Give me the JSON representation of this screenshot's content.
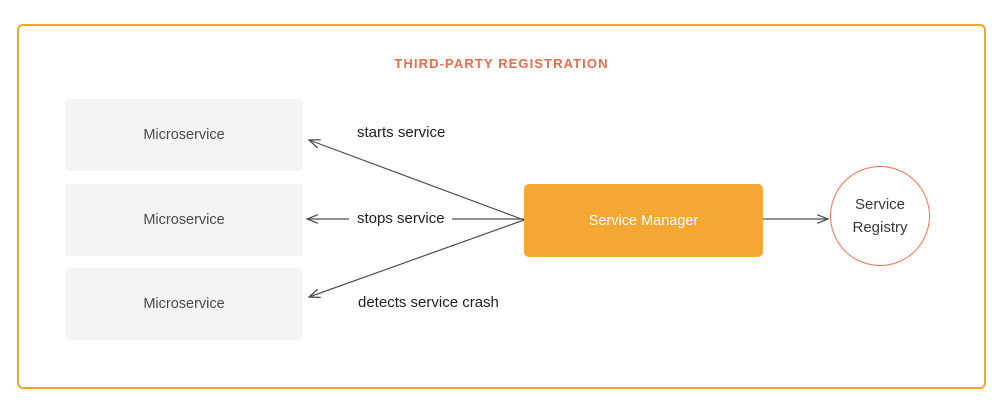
{
  "diagram": {
    "title": "THIRD-PARTY REGISTRATION",
    "nodes": {
      "microservice_1": {
        "label": "Microservice"
      },
      "microservice_2": {
        "label": "Microservice"
      },
      "microservice_3": {
        "label": "Microservice"
      },
      "service_manager": {
        "label": "Service Manager"
      },
      "service_registry": {
        "label": "Service Registry"
      }
    },
    "edges": [
      {
        "from": "service_manager",
        "to": "microservice_1",
        "label": "starts service"
      },
      {
        "from": "service_manager",
        "to": "microservice_2",
        "label": "stops service"
      },
      {
        "from": "service_manager",
        "to": "microservice_3",
        "label": "detects service crash"
      },
      {
        "from": "service_manager",
        "to": "service_registry",
        "label": ""
      }
    ],
    "colors": {
      "frame_border": "#F5A623",
      "title_text": "#ED6B4A",
      "manager_fill": "#F5A733",
      "manager_text": "#FFFFFF",
      "registry_border": "#F2714F",
      "microservice_fill": "#F4F4F4",
      "node_text": "#4A4A4A",
      "edge_label_text": "#1F1F1F",
      "arrow": "#4D4D4D"
    }
  }
}
